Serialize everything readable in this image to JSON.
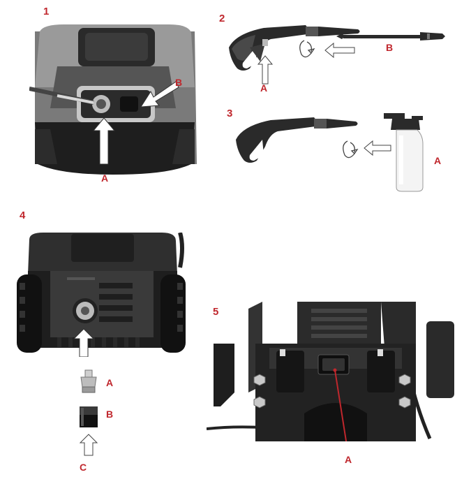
{
  "steps": {
    "s1": "1",
    "s2": "2",
    "s3": "3",
    "s4": "4",
    "s5": "5"
  },
  "labels": {
    "p1_a": "A",
    "p1_b": "B",
    "p2_a": "A",
    "p2_b": "B",
    "p3_a": "A",
    "p4_a": "A",
    "p4_b": "B",
    "p4_c": "C",
    "p5_a": "A"
  },
  "colors": {
    "label_red": "#c0272d",
    "machine_dark": "#1f1f1f",
    "machine_mid": "#6b6b6b"
  }
}
